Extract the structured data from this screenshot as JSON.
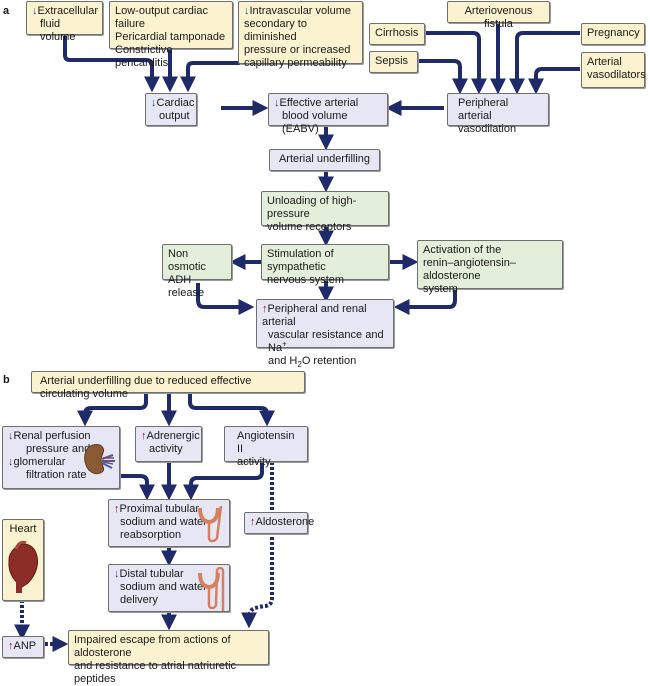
{
  "panels": {
    "a": "a",
    "b": "b"
  },
  "colors": {
    "yellow_box": "#fbf3cf",
    "lavender_box": "#e6e6f5",
    "green_box": "#e3eedb",
    "arrow": "#1f2a6b",
    "decrease_arrow": "#1d4f96",
    "increase_arrow": "#9c1b26"
  },
  "symbols": {
    "decrease": "↓",
    "increase": "↑"
  },
  "a": {
    "extracellular": [
      "Extracellular",
      "fluid volume"
    ],
    "low_output": [
      "Low-output cardiac failure",
      "Pericardial tamponade",
      "Constrictive pericarditis"
    ],
    "intravascular": [
      "Intravascular volume",
      "secondary to diminished",
      "pressure or increased",
      "capillary permeability"
    ],
    "arteriovenous": "Arteriovenous fistula",
    "cirrhosis": "Cirrhosis",
    "pregnancy": "Pregnancy",
    "sepsis": "Sepsis",
    "arterial_vasodilators": [
      "Arterial",
      "vasodilators"
    ],
    "cardiac_output": [
      "Cardiac",
      "output"
    ],
    "eabv": [
      "Effective arterial",
      "blood volume (EABV)"
    ],
    "peripheral_vasodilation": [
      "Peripheral arterial",
      "vasodilation"
    ],
    "arterial_underfilling": "Arterial underfilling",
    "unloading": [
      "Unloading of high-pressure",
      "volume receptors"
    ],
    "sympathetic": [
      "Stimulation of sympathetic",
      "nervous system"
    ],
    "adh": [
      "Non osmotic",
      "ADH release"
    ],
    "raas": [
      "Activation of the",
      "renin–angiotensin–aldosterone",
      "system"
    ],
    "outcome": {
      "line1": "Peripheral and renal arterial",
      "line2": "vascular resistance and Na",
      "line2_sup": "+",
      "line3_a": "and H",
      "line3_sub": "2",
      "line3_b": "O retention"
    }
  },
  "b": {
    "top": "Arterial underfilling due to reduced effective circulating volume",
    "renal": {
      "line1": "Renal perfusion",
      "line2": "pressure and",
      "line3": "glomerular",
      "line4": "filtration rate"
    },
    "adrenergic": [
      "Adrenergic",
      "activity"
    ],
    "angiotensin": [
      "Angiotensin II",
      "activity"
    ],
    "proximal": [
      "Proximal tubular",
      "sodium and water",
      "reabsorption"
    ],
    "aldosterone": "Aldosterone",
    "heart": "Heart",
    "distal": [
      "Distal tubular",
      "sodium and water",
      "delivery"
    ],
    "anp": "ANP",
    "escape": [
      "Impaired escape from actions of aldosterone",
      "and resistance to atrial natriuretic peptides"
    ]
  },
  "icons": {
    "kidney": "kidney-icon",
    "heart": "heart-icon",
    "proximal_tubule": "proximal-tubule-icon",
    "distal_tubule": "distal-tubule-icon"
  }
}
